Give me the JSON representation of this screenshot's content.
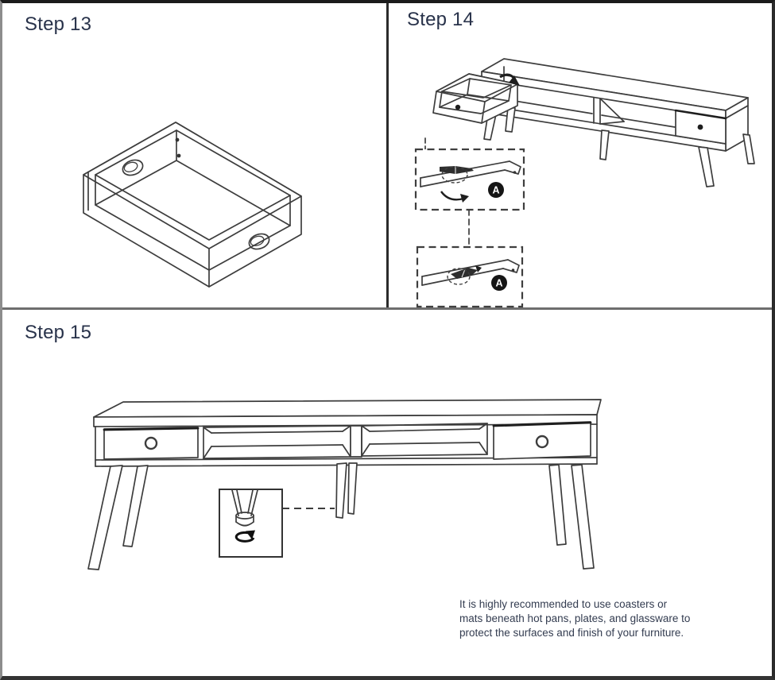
{
  "panels": {
    "step13": {
      "title": "Step 13"
    },
    "step14": {
      "title": "Step 14",
      "hardware_label": "A"
    },
    "step15": {
      "title": "Step 15"
    }
  },
  "note": {
    "text": "It is highly recommended to use coasters or mats beneath hot pans, plates, and glassware to protect the surfaces and finish of your furniture."
  },
  "colors": {
    "page_background": "#ffffff",
    "outer_border": "#1b1b1b",
    "panel_divider": "#6e6e6e",
    "title_text": "#28324a",
    "note_text": "#333c50",
    "drawing_line": "#3d3d3d",
    "hardware_badge": "#151515"
  }
}
